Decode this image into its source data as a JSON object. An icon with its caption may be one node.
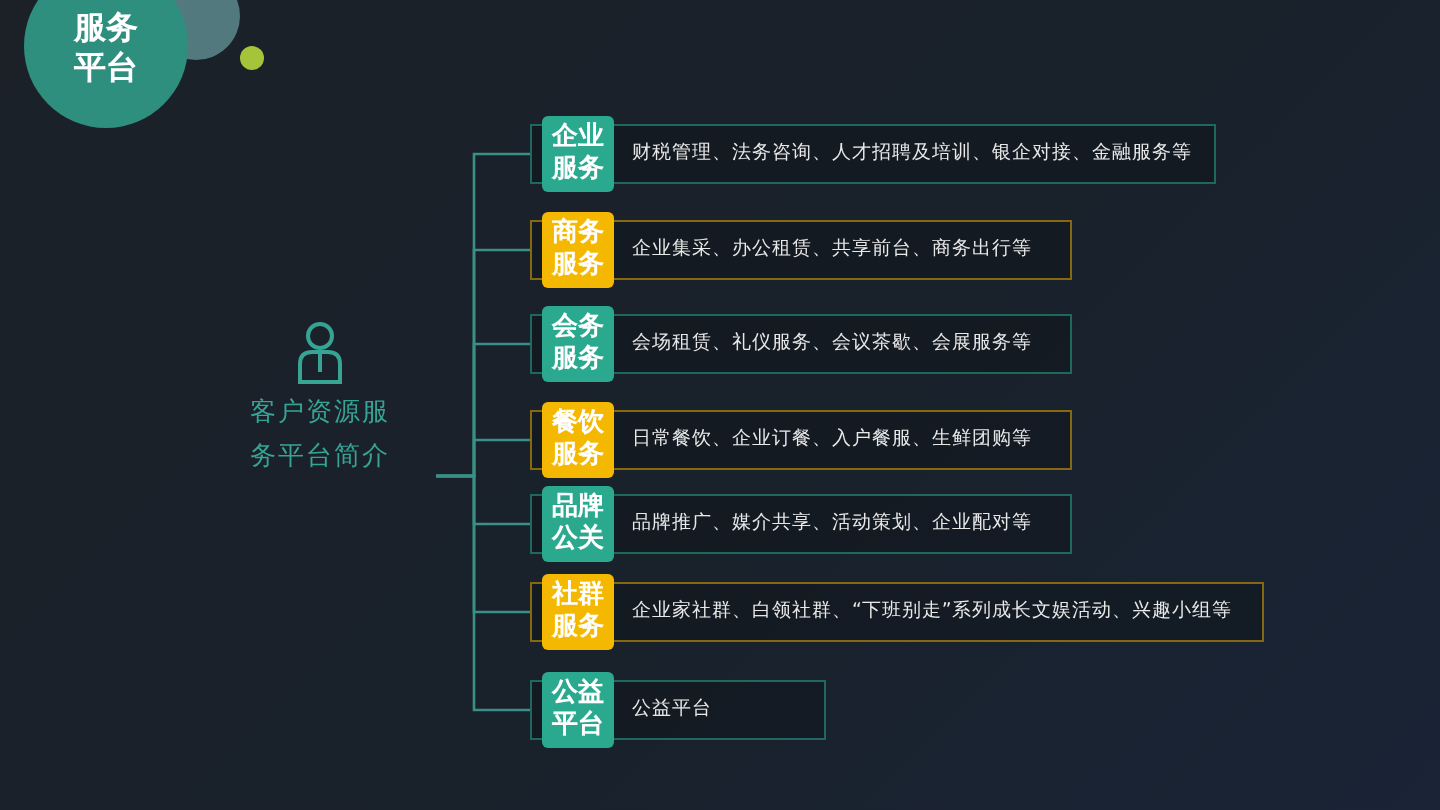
{
  "diagram": {
    "title": "服务平台",
    "nodes": [
      {
        "text": [
          "客户资源服务平台简介"
        ]
      },
      {
        "text": [
          "企业服务",
          "财税管理、法务咨询、人才招聘及培训、银企对接、金融服务等"
        ]
      },
      {
        "text": [
          "商务服务",
          "企业集采、办公租赁、共享前台、商务出行等"
        ]
      },
      {
        "text": [
          "会务服务",
          "会场租赁、礼仪服务、会议茶歇、会展服务等"
        ]
      },
      {
        "text": [
          "餐饮服务",
          "日常餐饮、企业订餐、入户餐服、生鲜团购等"
        ]
      },
      {
        "text": [
          "品牌公关",
          "品牌推广、媒介共享、活动策划、企业配对等"
        ]
      },
      {
        "text": [
          "社群服务",
          "企业家社群、白领社群、“下班别走”系列成长文娱活动、兴趣小组等"
        ]
      },
      {
        "text": [
          "公益平台",
          "公益平台"
        ]
      }
    ],
    "edges": [
      {
        "from": 0,
        "to": 1,
        "arrow": "none"
      },
      {
        "from": 0,
        "to": 2,
        "arrow": "none"
      },
      {
        "from": 0,
        "to": 3,
        "arrow": "none"
      },
      {
        "from": 0,
        "to": 4,
        "arrow": "none"
      },
      {
        "from": 0,
        "to": 5,
        "arrow": "none"
      },
      {
        "from": 0,
        "to": 6,
        "arrow": "none"
      },
      {
        "from": 0,
        "to": 7,
        "arrow": "none"
      }
    ]
  }
}
